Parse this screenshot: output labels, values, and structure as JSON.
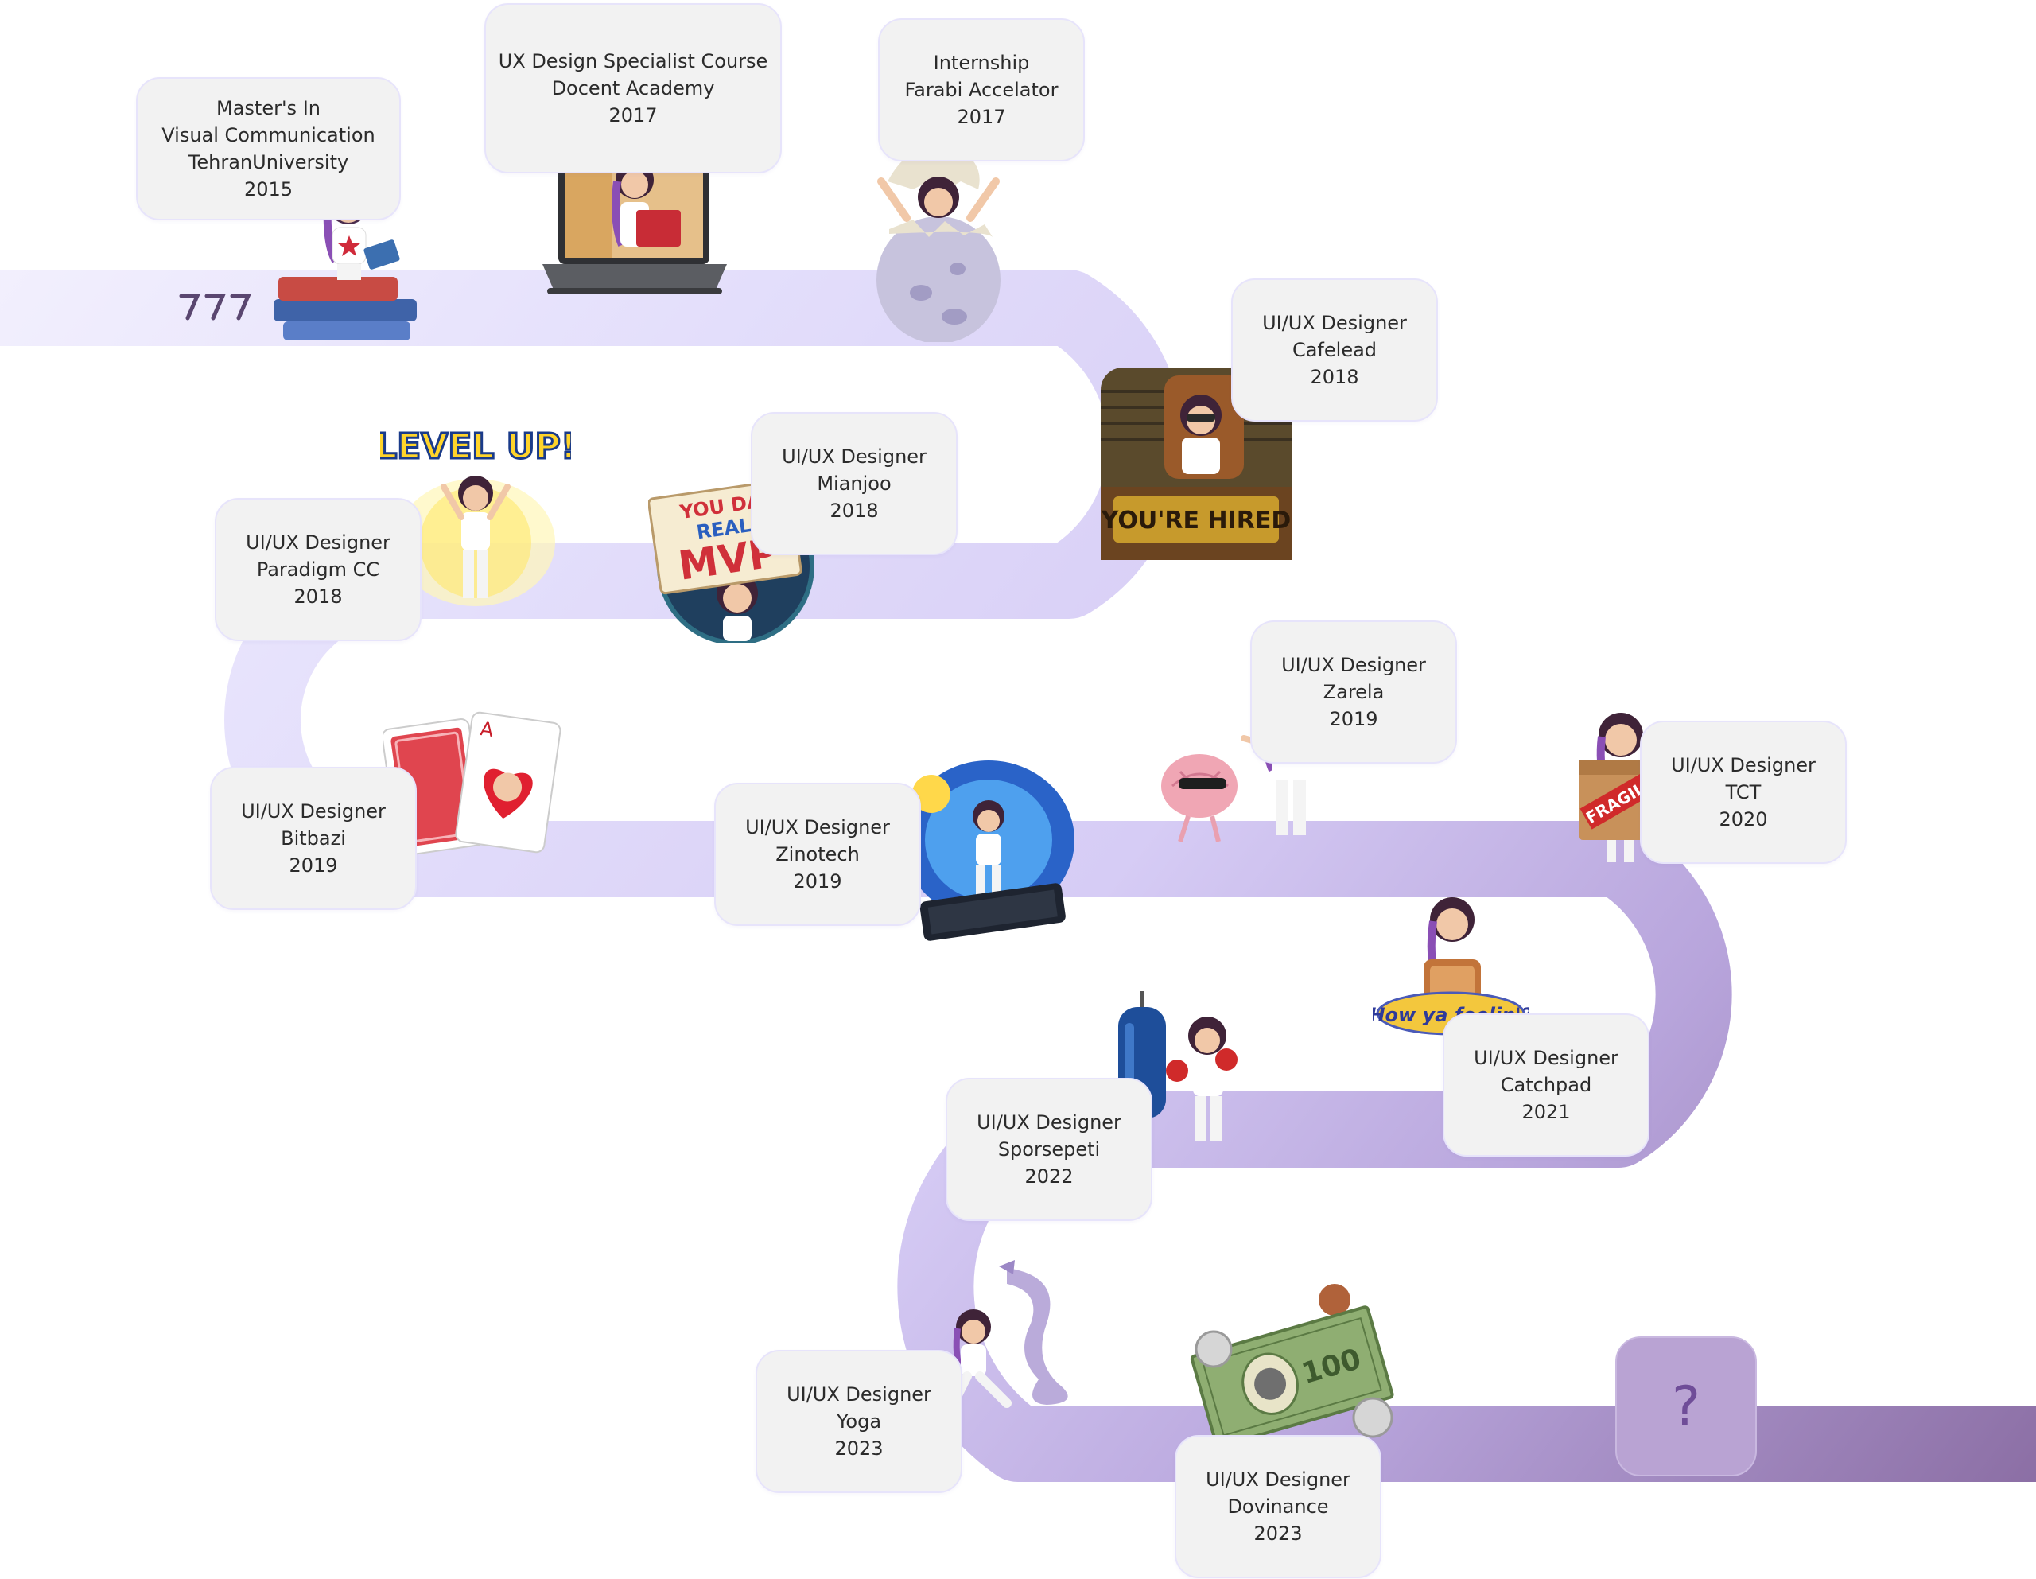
{
  "start_marker": "›››",
  "future_marker": "?",
  "colors": {
    "path_start": "#f5f3fe",
    "path_light": "#e0dbfb",
    "path_mid": "#c6b8ea",
    "path_end": "#8c6fa8",
    "card_bg": "#f2f2f2",
    "card_border": "#e7e4fb",
    "question_box": "#b9a3d3"
  },
  "milestones": [
    {
      "lines": [
        "Master's In",
        "Visual Communication",
        "TehranUniversity",
        "2015"
      ],
      "icon": "avatar-on-books-icon"
    },
    {
      "lines": [
        "UX Design Specialist Course",
        "Docent Academy",
        "2017"
      ],
      "icon": "avatar-in-laptop-icon"
    },
    {
      "lines": [
        "Internship",
        "Farabi Accelator",
        "2017"
      ],
      "icon": "avatar-hatching-egg-icon"
    },
    {
      "lines": [
        "UI/UX Designer",
        "Cafelead",
        "2018"
      ],
      "icon": "youre-hired-avatar-icon"
    },
    {
      "lines": [
        "UI/UX Designer",
        "Mianjoo",
        "2018"
      ],
      "icon": "mvp-sign-avatar-icon"
    },
    {
      "lines": [
        "UI/UX Designer",
        "Paradigm CC",
        "2018"
      ],
      "icon": "level-up-avatar-icon"
    },
    {
      "lines": [
        "UI/UX Designer",
        "Bitbazi",
        "2019"
      ],
      "icon": "playing-cards-icon"
    },
    {
      "lines": [
        "UI/UX Designer",
        "Zinotech",
        "2019"
      ],
      "icon": "avatar-on-keyboard-icon"
    },
    {
      "lines": [
        "UI/UX Designer",
        "Zarela",
        "2019"
      ],
      "icon": "avatar-high-five-brain-icon"
    },
    {
      "lines": [
        "UI/UX Designer",
        "TCT",
        "2020"
      ],
      "icon": "fragile-box-avatar-icon"
    },
    {
      "lines": [
        "UI/UX Designer",
        "Catchpad",
        "2021"
      ],
      "icon": "how-ya-feelin-avatar-icon"
    },
    {
      "lines": [
        "UI/UX Designer",
        "Sporsepeti",
        "2022"
      ],
      "icon": "boxing-avatar-icon"
    },
    {
      "lines": [
        "UI/UX Designer",
        "Yoga",
        "2023"
      ],
      "icon": "yoga-dragon-avatar-icon"
    },
    {
      "lines": [
        "UI/UX Designer",
        "Dovinance",
        "2023"
      ],
      "icon": "money-bill-avatar-icon"
    }
  ],
  "sticker_texts": {
    "level_up": "LEVEL UP!",
    "mvp_line1": "YOU DA",
    "mvp_line2": "REAL",
    "mvp_line3": "MVP",
    "hired": "YOU'RE HIRED",
    "fragile": "FRAGILE",
    "feelin": "How ya feelin'?",
    "bill_value": "100"
  }
}
